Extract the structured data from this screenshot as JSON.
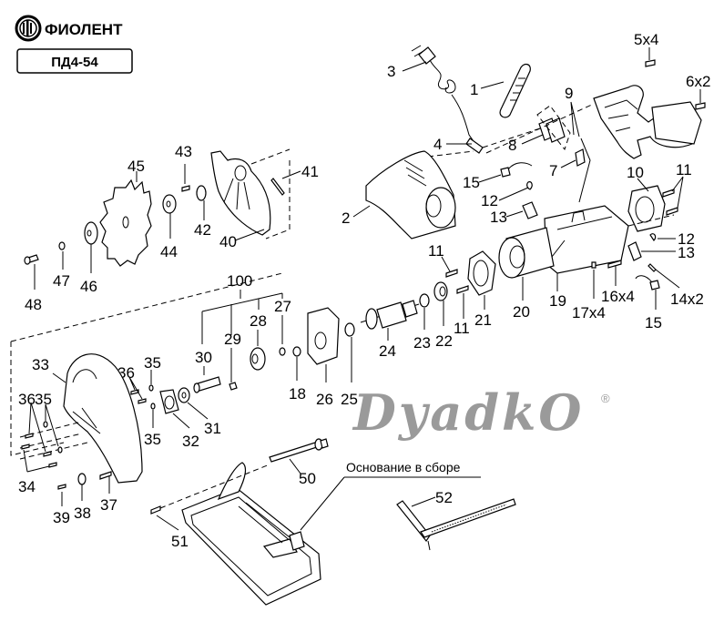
{
  "header": {
    "brand": "ФИОЛЕНТ",
    "model": "ПД4-54"
  },
  "assembly_label": "Основание в сборе",
  "watermark": {
    "text": "DyadkO",
    "registered": "®"
  },
  "callouts": {
    "p1": "1",
    "p2": "2",
    "p3": "3",
    "p4": "4",
    "p5": "5x4",
    "p6": "6x2",
    "p7": "7",
    "p8": "8",
    "p9": "9",
    "p10": "10",
    "p11a": "11",
    "p11b": "11",
    "p11c": "11",
    "p12a": "12",
    "p12b": "12",
    "p13a": "13",
    "p13b": "13",
    "p14": "14x2",
    "p15a": "15",
    "p15b": "15",
    "p16": "16x4",
    "p17": "17x4",
    "p18": "18",
    "p19": "19",
    "p20": "20",
    "p21": "21",
    "p22": "22",
    "p23": "23",
    "p24": "24",
    "p25": "25",
    "p26": "26",
    "p27": "27",
    "p28": "28",
    "p29": "29",
    "p30": "30",
    "p31": "31",
    "p32": "32",
    "p33": "33",
    "p34": "34",
    "p35a": "35",
    "p35b": "35",
    "p35c": "35",
    "p36a": "36",
    "p36b": "36",
    "p37": "37",
    "p38": "38",
    "p39": "39",
    "p40": "40",
    "p41": "41",
    "p42": "42",
    "p43": "43",
    "p44": "44",
    "p45": "45",
    "p46": "46",
    "p47": "47",
    "p48": "48",
    "p50": "50",
    "p51": "51",
    "p52": "52",
    "p100": "100"
  }
}
